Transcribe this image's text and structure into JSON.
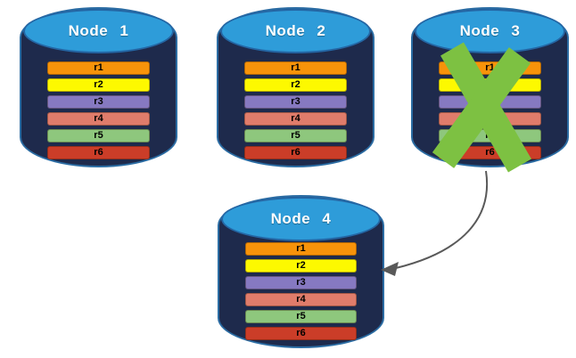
{
  "diagram": {
    "records": [
      {
        "label": "r1",
        "color": "#F7930A"
      },
      {
        "label": "r2",
        "color": "#FDF900"
      },
      {
        "label": "r3",
        "color": "#8679C1"
      },
      {
        "label": "r4",
        "color": "#E07C6B"
      },
      {
        "label": "r5",
        "color": "#8EC77D"
      },
      {
        "label": "r6",
        "color": "#CB3D28"
      }
    ],
    "nodes": [
      {
        "label": "Node 1",
        "failed": false
      },
      {
        "label": "Node 2",
        "failed": false
      },
      {
        "label": "Node 3",
        "failed": true
      },
      {
        "label": "Node 4",
        "failed": false
      }
    ],
    "arrow": {
      "from": "Node 3",
      "to": "Node 4"
    },
    "colors": {
      "cylinder_body": "#1E2A4C",
      "cylinder_top": "#2E9CD9",
      "cylinder_edge": "#2B6CA3",
      "failure_x": "#7DC142",
      "arrow": "#595959"
    }
  }
}
